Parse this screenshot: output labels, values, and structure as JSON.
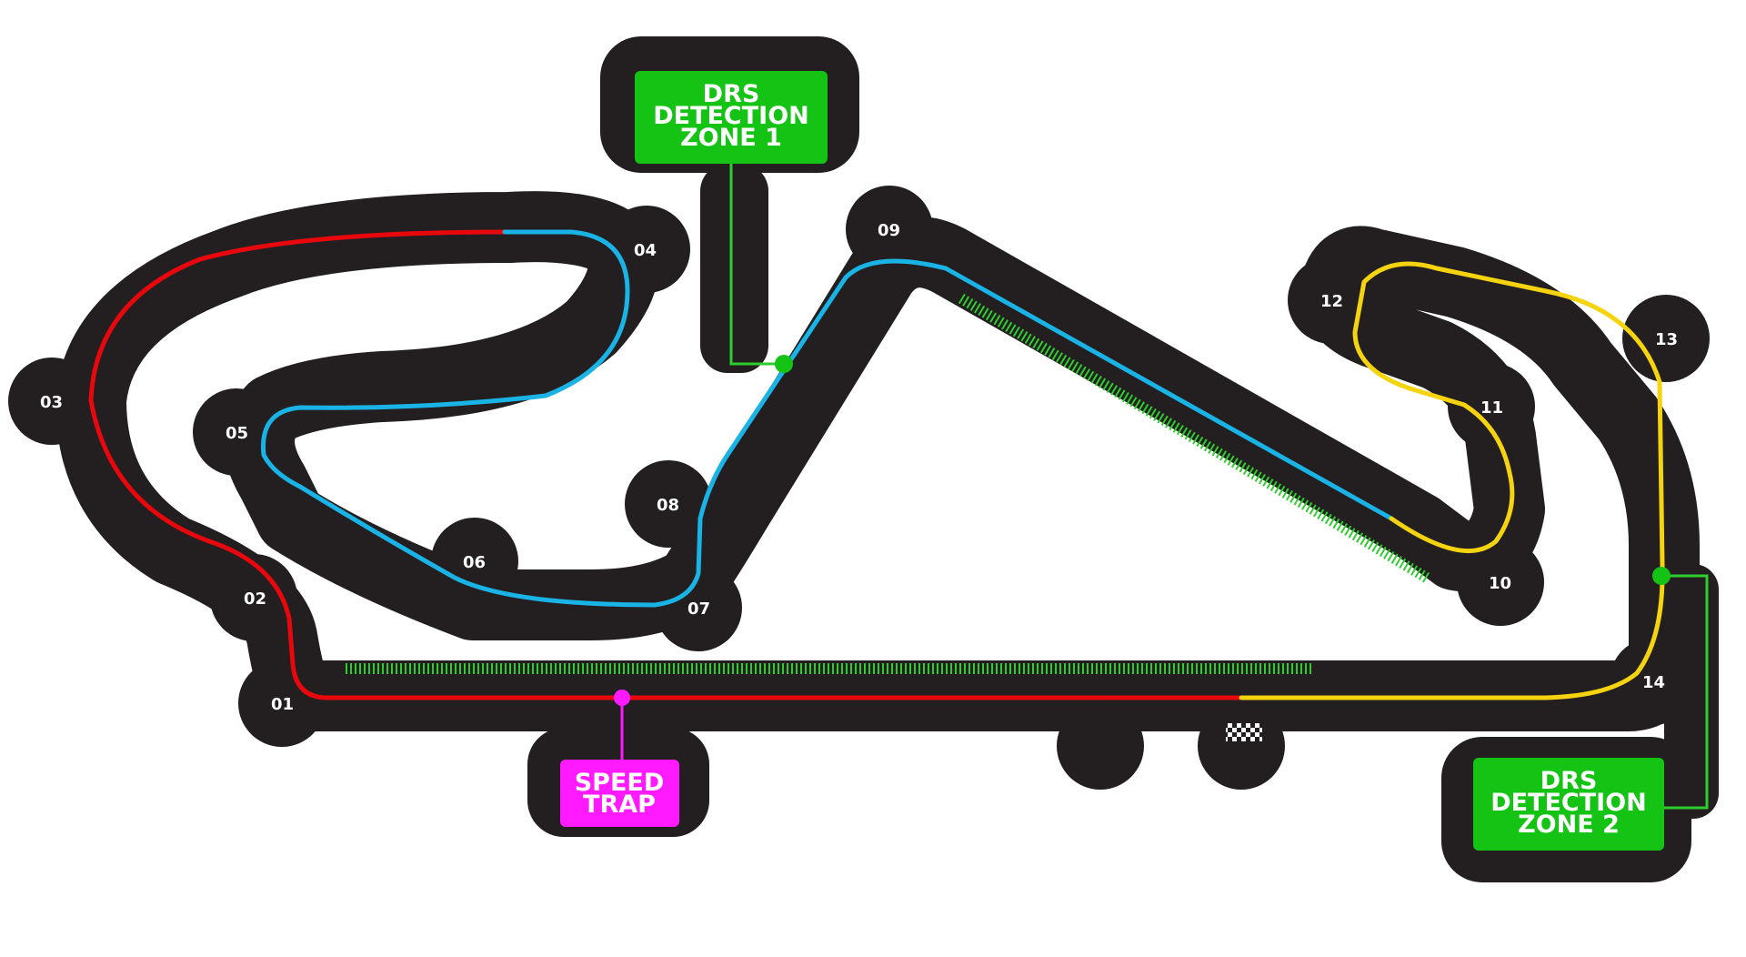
{
  "circuit": {
    "turns": [
      "01",
      "02",
      "03",
      "04",
      "05",
      "06",
      "07",
      "08",
      "09",
      "10",
      "11",
      "12",
      "13",
      "14"
    ],
    "sectors": [
      {
        "sector": 1,
        "color": "#e8070c"
      },
      {
        "sector": 2,
        "color": "#1ab3e6"
      },
      {
        "sector": 3,
        "color": "#f5d40f"
      }
    ],
    "drs_zone_color": "#2ecc2e",
    "track_color": "#231f20"
  },
  "callouts": {
    "drs_detection_1": {
      "lines": [
        "DRS",
        "DETECTION",
        "ZONE 1"
      ],
      "color": "#14c314"
    },
    "drs_detection_2": {
      "lines": [
        "DRS",
        "DETECTION",
        "ZONE 2"
      ],
      "color": "#14c314"
    },
    "speed_trap": {
      "lines": [
        "SPEED",
        "TRAP"
      ],
      "color": "#ff1aff"
    }
  },
  "icons": [
    "finish-flag-icon"
  ]
}
